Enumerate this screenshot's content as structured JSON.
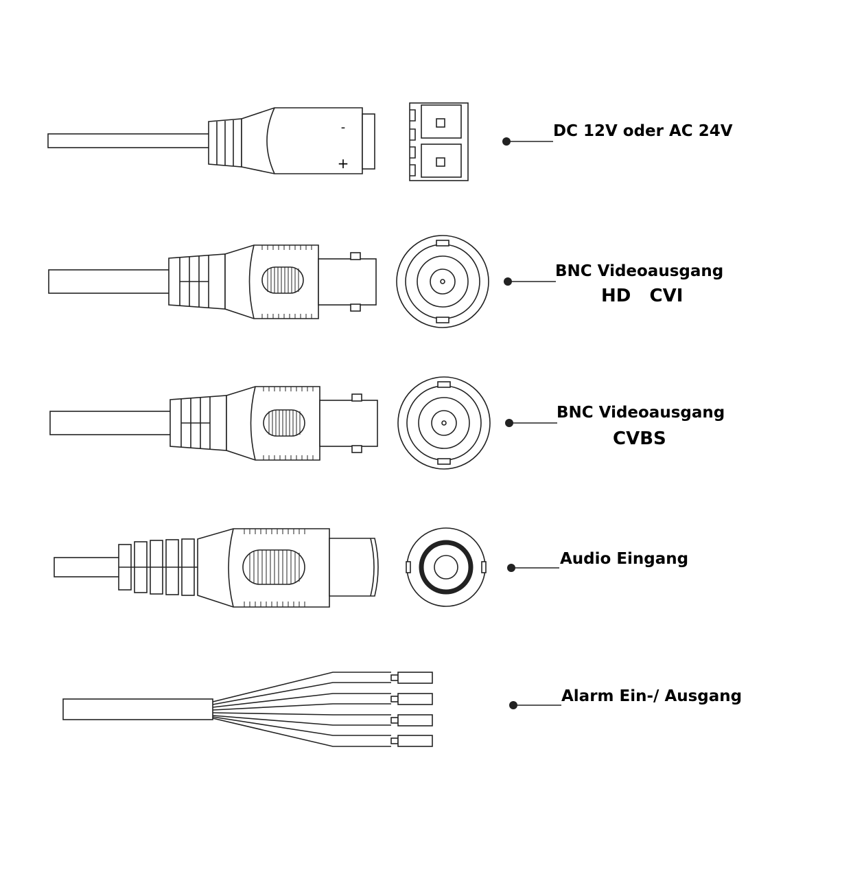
{
  "connectors": [
    {
      "id": "power",
      "label": "DC 12V oder AC 24V",
      "minus": "-",
      "plus": "+"
    },
    {
      "id": "bnc-hdcvi",
      "label": "BNC Videoausgang",
      "sublabel": "HD   CVI"
    },
    {
      "id": "bnc-cvbs",
      "label": "BNC Videoausgang",
      "sublabel": "CVBS"
    },
    {
      "id": "audio",
      "label": "Audio Eingang"
    },
    {
      "id": "alarm",
      "label": "Alarm Ein-/ Ausgang"
    }
  ]
}
